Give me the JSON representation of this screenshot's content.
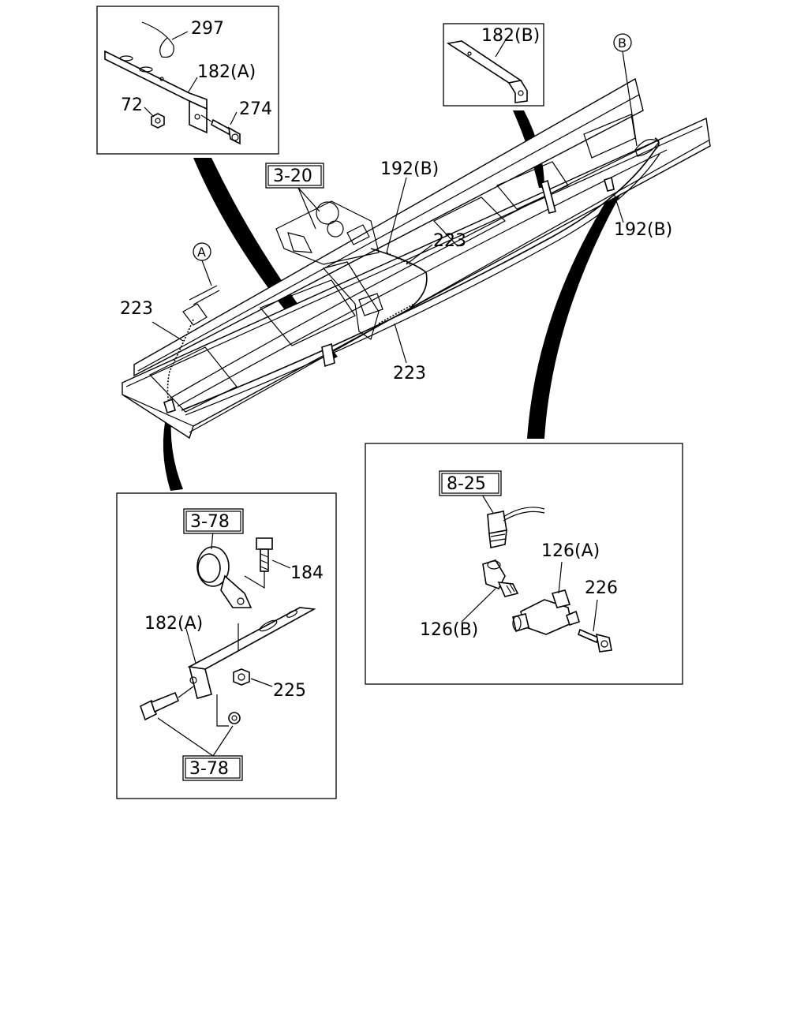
{
  "callouts": {
    "c297": "297",
    "c182a_top": "182(A)",
    "c72": "72",
    "c274": "274",
    "c182b": "182(B)",
    "c192b_upper": "192(B)",
    "c192b_right": "192(B)",
    "c223_mid": "223",
    "c223_left": "223",
    "c223_bottom": "223",
    "c184": "184",
    "c182a_lower": "182(A)",
    "c225": "225",
    "c126a": "126(A)",
    "c226": "226",
    "c126b": "126(B)"
  },
  "refs": {
    "r3_20": "3-20",
    "r3_78_top": "3-78",
    "r3_78_bottom": "3-78",
    "r8_25": "8-25"
  },
  "markers": {
    "a": "A",
    "b": "B"
  }
}
